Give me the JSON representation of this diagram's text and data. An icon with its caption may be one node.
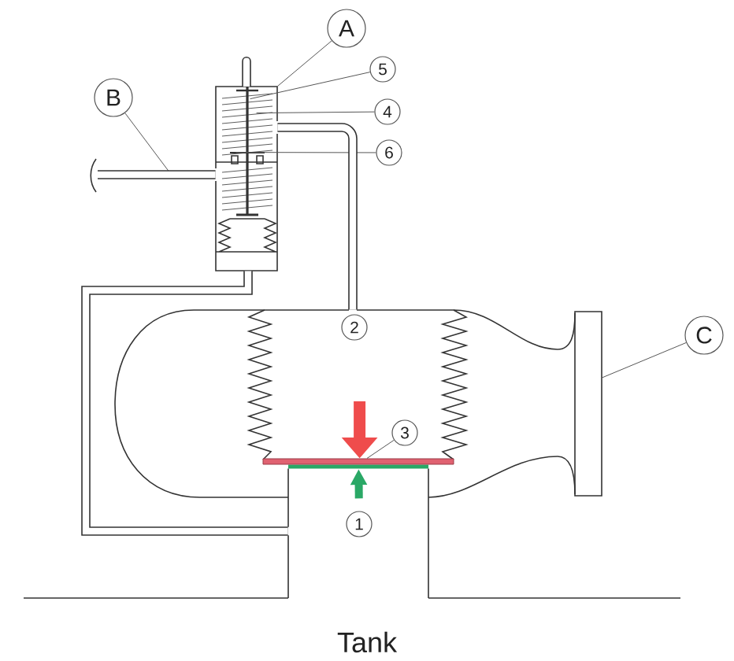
{
  "diagram": {
    "nodes": [
      {
        "text": [
          "A"
        ]
      },
      {
        "text": [
          "5"
        ]
      },
      {
        "text": [
          "B"
        ]
      },
      {
        "text": [
          "4"
        ]
      },
      {
        "text": [
          "6"
        ]
      },
      {
        "text": [],
        "shape": "picture"
      },
      {
        "text": [],
        "shape": "picture"
      },
      {
        "text": [
          "2"
        ],
        "in": 6
      },
      {
        "text": [
          "C"
        ]
      },
      {
        "text": [
          "3"
        ],
        "in": 6
      },
      {
        "text": [],
        "shape": "bar",
        "in": 6
      },
      {
        "text": [
          "Tank"
        ]
      },
      {
        "text": [
          "1"
        ],
        "in": 11
      }
    ],
    "edges": [
      {
        "from": 0,
        "to": 5,
        "arrow": "none"
      },
      {
        "from": 1,
        "to": 5,
        "arrow": "none"
      },
      {
        "from": 2,
        "to": null,
        "arrow": "none"
      },
      {
        "from": 3,
        "to": 5,
        "arrow": "none"
      },
      {
        "from": 4,
        "to": 5,
        "arrow": "none"
      },
      {
        "from": 8,
        "to": 6,
        "arrow": "none"
      },
      {
        "from": 9,
        "to": 10,
        "arrow": "none"
      },
      {
        "from": null,
        "to": 10,
        "arrow": "to",
        "style": "thick",
        "color": "#ef4c4c"
      },
      {
        "from": 12,
        "to": 10,
        "arrow": "to",
        "style": "thick",
        "color": "#2aa866"
      },
      {
        "from": null,
        "to": 5,
        "arrow": "none",
        "style": "thick"
      },
      {
        "from": 5,
        "to": 6,
        "arrow": "none",
        "style": "thick"
      },
      {
        "from": 5,
        "to": 11,
        "arrow": "none",
        "style": "thick"
      }
    ]
  }
}
